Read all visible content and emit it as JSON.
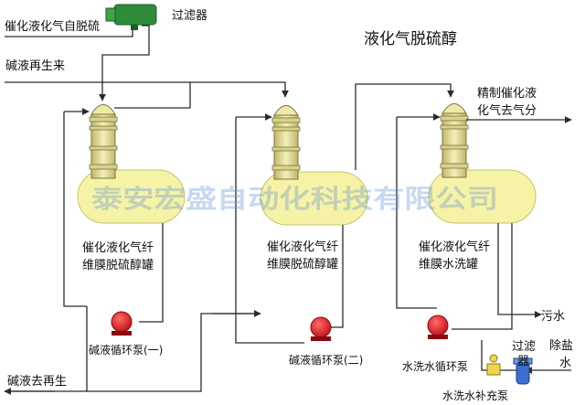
{
  "title": "液化气脱硫醇",
  "watermark": "泰安宏盛自动化科技有限公司",
  "streams": {
    "inlet": "催化液化气自脱硫",
    "filter_top": "过滤器",
    "caustic_regen_in": "碱液再生来",
    "caustic_regen_out": "碱液去再生",
    "product": [
      "精制催化液",
      "化气去气分"
    ],
    "waste_water": "污水",
    "desalted_water": [
      "除盐",
      "水"
    ]
  },
  "tanks": [
    {
      "label": [
        "催化液化气纤",
        "维膜脱硫醇罐"
      ]
    },
    {
      "label": [
        "催化液化气纤",
        "维膜脱硫醇罐"
      ]
    },
    {
      "label": [
        "催化液化气纤",
        "维膜水洗罐"
      ]
    }
  ],
  "pumps": {
    "caustic_pump_1": "碱液循环泵(一)",
    "caustic_pump_2": "碱液循环泵(二)",
    "wash_pump": "水洗水循环泵",
    "makeup_pump": "水洗水补充泵",
    "filter_small": [
      "过滤",
      "器"
    ]
  },
  "colors": {
    "tank": "#f6f3a6",
    "pump": "#e0141a",
    "filter_top": "#2e8b3a",
    "filter_small": "#3a6fd0",
    "watermark": "#5f8fd8"
  }
}
